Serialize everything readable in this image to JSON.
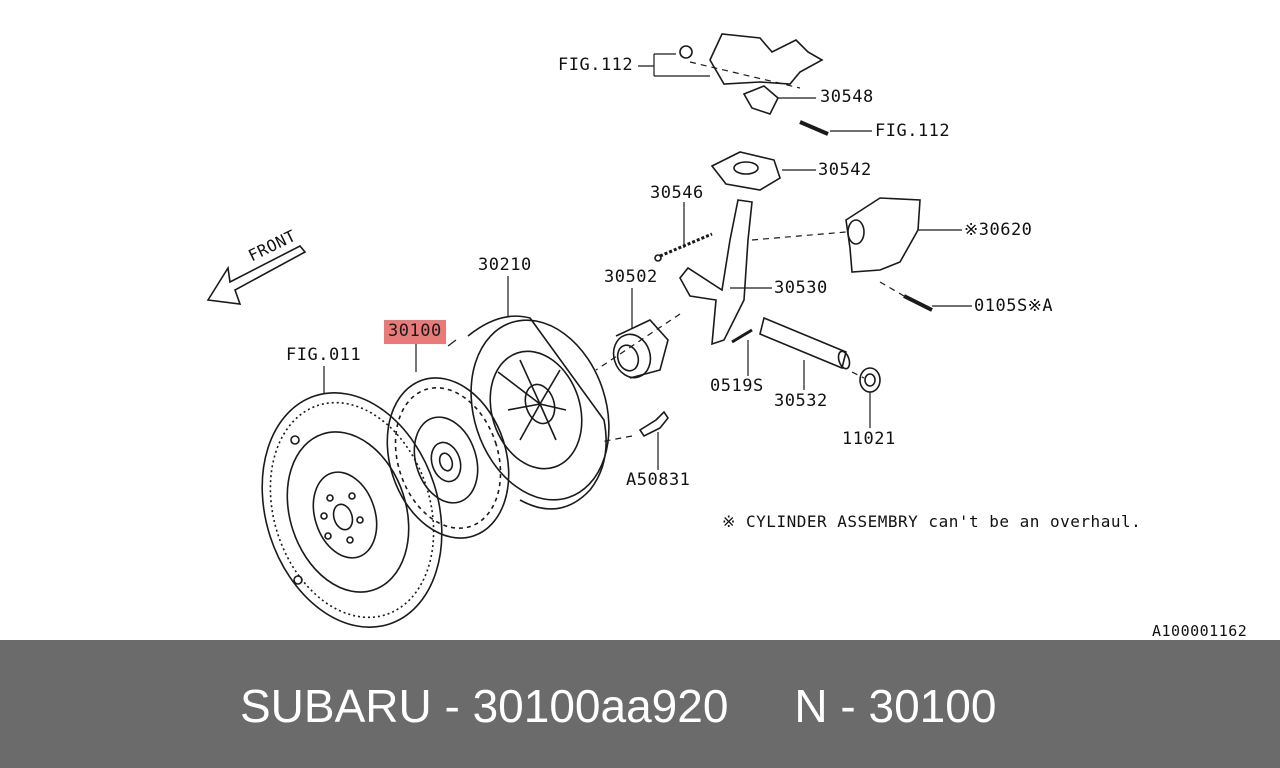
{
  "diagram": {
    "front_label": "FRONT",
    "callouts": {
      "fig112_top": "FIG.112",
      "p30548": "30548",
      "fig112_right": "FIG.112",
      "p30542": "30542",
      "p30546": "30546",
      "p30620": "※30620",
      "p30210": "30210",
      "p30502": "30502",
      "p30530": "30530",
      "p0105s": "0105S※A",
      "p30100": "30100",
      "fig011": "FIG.011",
      "p0519s": "0519S",
      "p30532": "30532",
      "p11021": "11021",
      "a50831": "A50831"
    },
    "note": "※ CYLINDER ASSEMBRY can't be  an overhaul.",
    "figure_id": "A100001162",
    "highlight_color": "#e87a7a"
  },
  "footer": {
    "brand_part": "SUBARU - 30100aa920",
    "number": "N - 30100",
    "background": "#6b6b6b"
  }
}
